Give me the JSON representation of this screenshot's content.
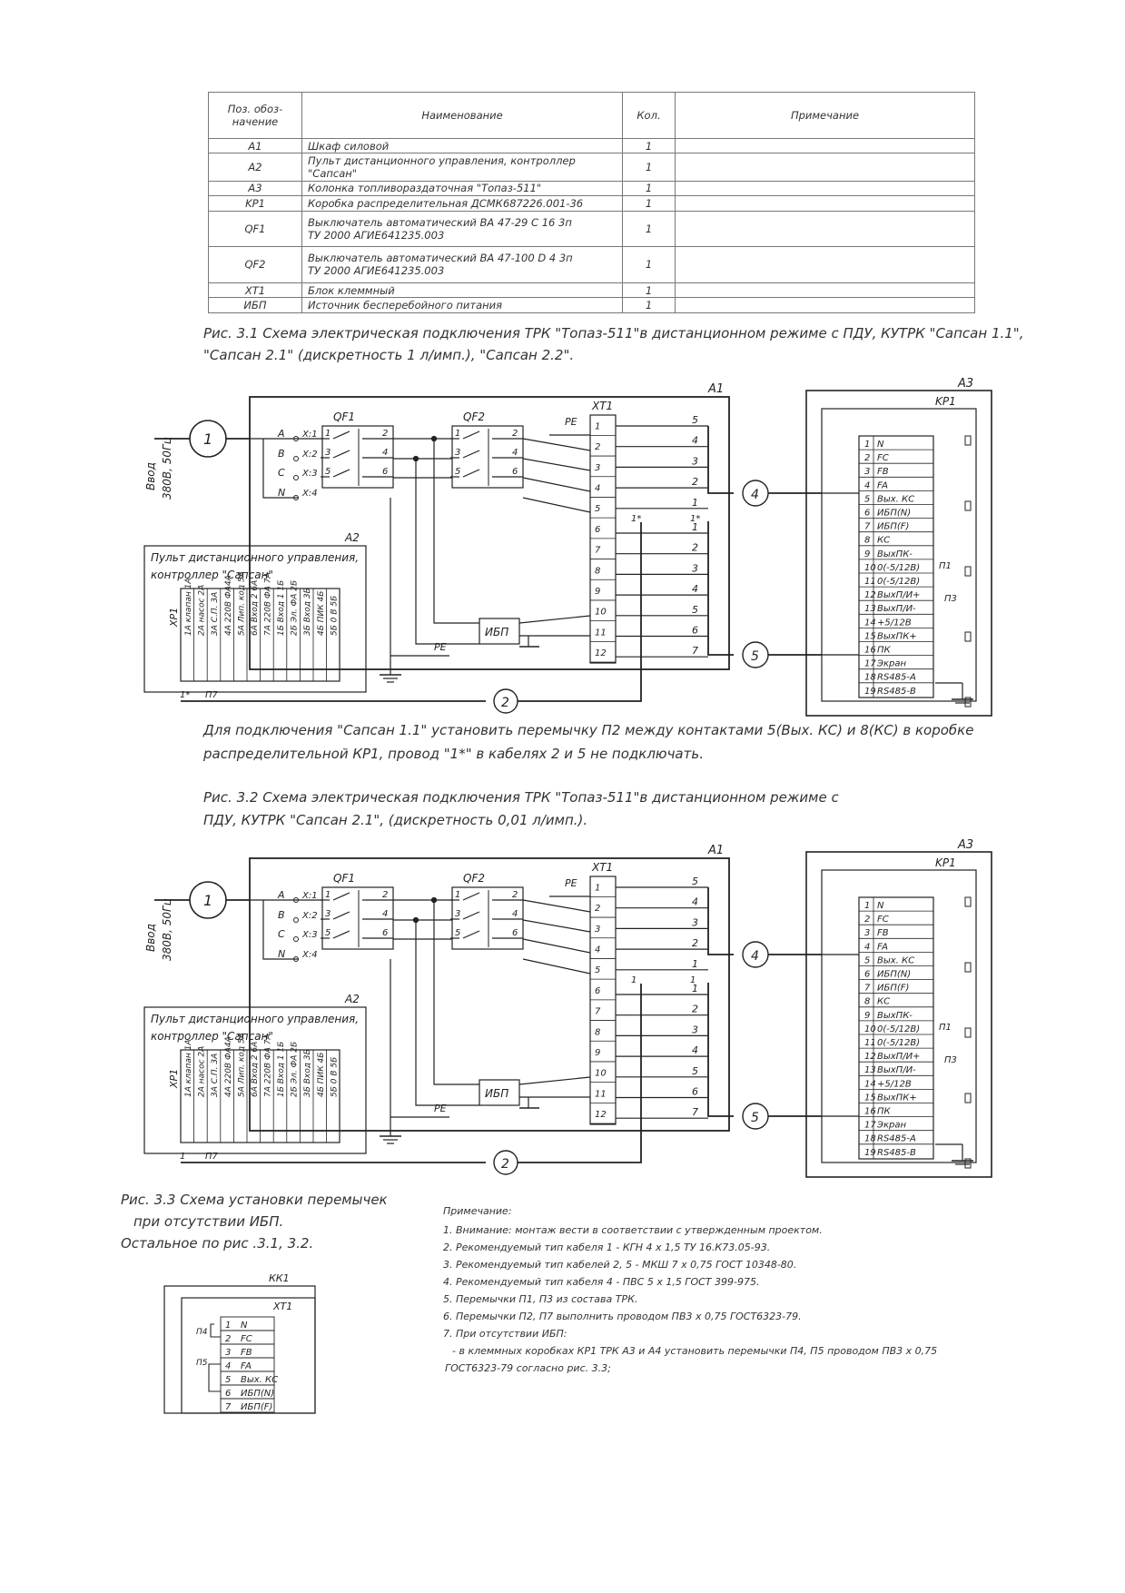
{
  "spec_table": {
    "headers": [
      "Поз. обоз- начение",
      "Наименование",
      "Кол.",
      "Примечание"
    ],
    "rows": [
      {
        "pos": "A1",
        "name": "Шкаф силовой",
        "qty": "1",
        "note": ""
      },
      {
        "pos": "A2",
        "name": "Пульт дистанционного управления, контроллер \"Сапсан\"",
        "qty": "1",
        "note": ""
      },
      {
        "pos": "A3",
        "name": "Колонка топливораздаточная \"Топаз-511\"",
        "qty": "1",
        "note": ""
      },
      {
        "pos": "KP1",
        "name": "Коробка распределительная ДСМК687226.001-36",
        "qty": "1",
        "note": ""
      },
      {
        "pos": "QF1",
        "name": "Выключатель автоматический ВА 47-29 С 16 3п",
        "name2": "ТУ 2000 АГИЕ641235.003",
        "qty": "1",
        "note": ""
      },
      {
        "pos": "QF2",
        "name": "Выключатель автоматический ВА 47-100 D 4 3п",
        "name2": "ТУ 2000 АГИЕ641235.003",
        "qty": "1",
        "note": ""
      },
      {
        "pos": "XT1",
        "name": "Блок клеммный",
        "qty": "1",
        "note": ""
      },
      {
        "pos": "ИБП",
        "name": "Источник бесперебойного питания",
        "qty": "1",
        "note": ""
      }
    ]
  },
  "captions": {
    "fig31_l1": "Рис. 3.1 Схема электрическая подключения ТРК \"Топаз-511\"в дистанционном режиме с ПДУ, КУТРК \"Сапсан 1.1\",",
    "fig31_l2": "\"Сапсан 2.1\" (дискретность 1 л/имп.), \"Сапсан 2.2\".",
    "jumper_l1": "Для подключения \"Сапсан 1.1\" установить перемычку П2 между контактами 5(Вых. КС) и 8(КС) в коробке",
    "jumper_l2": "распределительной КР1, провод \"1*\" в кабелях 2 и 5 не подключать.",
    "fig32_l1": "Рис. 3.2 Схема электрическая подключения ТРК \"Топаз-511\"в дистанционном режиме с",
    "fig32_l2": "ПДУ, КУТРК \"Сапсан 2.1\", (дискретность 0,01 л/имп.).",
    "fig33_l1": "Рис. 3.3 Схема установки перемычек",
    "fig33_l2": "при отсутствии ИБП.",
    "fig33_l3": "Остальное по рис .3.1, 3.2."
  },
  "notes": {
    "title": "Примечание:",
    "items": [
      "1. Внимание: монтаж вести в соответствии с утвержденным проектом.",
      "2. Рекомендуемый тип кабеля 1 - КГН 4 х 1,5 ТУ 16.К73.05-93.",
      "3. Рекомендуемый тип кабелей 2, 5 - МКШ 7 х 0,75 ГОСТ 10348-80.",
      "4. Рекомендуемый тип кабеля 4 - ПВС 5 х 1,5 ГОСТ 399-975.",
      "5. Перемычки П1, П3 из состава ТРК.",
      "6. Перемычки П2, П7 выполнить проводом ПВ3 х 0,75 ГОСТ6323-79.",
      "7. При отсутствии ИБП:",
      "- в клеммных коробках КР1 ТРК А3 и А4 установить перемычки П4, П5 проводом ПВ3 х 0,75",
      "ГОСТ6323-79 согласно рис. 3.3;"
    ]
  },
  "schematic": {
    "labels": {
      "a1": "A1",
      "a2": "A2",
      "a3": "A3",
      "kp1": "KP1",
      "xt1": "XT1",
      "qf1": "QF1",
      "qf2": "QF2",
      "pe": "PE",
      "ups": "ИБП",
      "input1": "Ввод",
      "input2": "380В, 50Гц",
      "remote1": "Пульт дистанционного управления,",
      "remote2": "контроллер \"Сапсан\"",
      "xp1": "XP1",
      "p7": "П7",
      "p1": "П1",
      "p3": "П3",
      "cable1": "1",
      "cable2": "2",
      "cable4": "4",
      "cable5": "5",
      "star": "1*"
    },
    "phases": [
      "A",
      "B",
      "C",
      "N"
    ],
    "xnames": [
      "X:1",
      "X:2",
      "X:3",
      "X:4"
    ],
    "kp1_terms": [
      {
        "n": "1",
        "s": "N"
      },
      {
        "n": "2",
        "s": "FC"
      },
      {
        "n": "3",
        "s": "FB"
      },
      {
        "n": "4",
        "s": "FA"
      },
      {
        "n": "5",
        "s": "Вых. КС"
      },
      {
        "n": "6",
        "s": "ИБП(N)"
      },
      {
        "n": "7",
        "s": "ИБП(F)"
      },
      {
        "n": "8",
        "s": "КС"
      },
      {
        "n": "9",
        "s": "ВыхПК-"
      },
      {
        "n": "10",
        "s": "0(-5/12В)"
      },
      {
        "n": "11",
        "s": "0(-5/12В)"
      },
      {
        "n": "12",
        "s": "ВыхП/И+"
      },
      {
        "n": "13",
        "s": "ВыхП/И-"
      },
      {
        "n": "14",
        "s": "+5/12В"
      },
      {
        "n": "15",
        "s": "ВыхПК+"
      },
      {
        "n": "16",
        "s": "ПК"
      },
      {
        "n": "17",
        "s": "Экран"
      },
      {
        "n": "18",
        "s": "RS485-A"
      },
      {
        "n": "19",
        "s": "RS485-B"
      }
    ],
    "xp1_top": [
      "1A клапан 1A",
      "2A насос 2A",
      "3A С.П. 3A",
      "4A 220В ФА4A",
      "5A Лип. код 5A",
      "6A Вход 2 6A",
      "7A 220В ФА 7A"
    ],
    "xp1_bot": [
      "1Б Вход 1 1Б",
      "2Б Эл. ФА 2Б",
      "3Б Вход 3Б",
      "4Б ПИК 4Б",
      "5Б 0 В 5Б"
    ],
    "kk1": {
      "title": "КК1",
      "xt": "XT1",
      "p4": "П4",
      "p5": "П5",
      "terms": [
        {
          "n": "1",
          "s": "N"
        },
        {
          "n": "2",
          "s": "FC"
        },
        {
          "n": "3",
          "s": "FB"
        },
        {
          "n": "4",
          "s": "FA"
        },
        {
          "n": "5",
          "s": "Вых. КС"
        },
        {
          "n": "6",
          "s": "ИБП(N)"
        },
        {
          "n": "7",
          "s": "ИБП(F)"
        }
      ]
    }
  }
}
